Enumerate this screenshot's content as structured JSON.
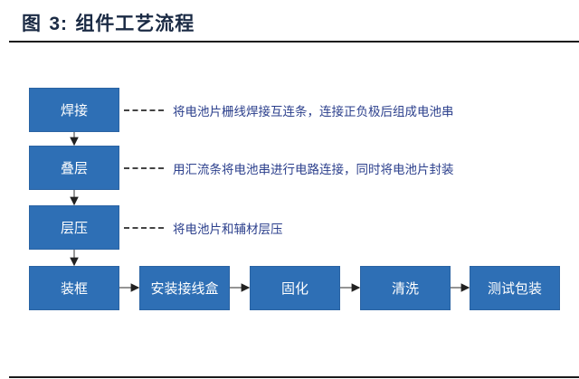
{
  "header": {
    "prefix": "图",
    "number": "3:",
    "title": "组件工艺流程"
  },
  "vertical_steps": [
    {
      "label": "焊接",
      "description": "将电池片栅线焊接互连条，连接正负极后组成电池串"
    },
    {
      "label": "叠层",
      "description": "用汇流条将电池串进行电路连接，同时将电池片封装"
    },
    {
      "label": "层压",
      "description": "将电池片和辅材层压"
    }
  ],
  "horizontal_steps": [
    {
      "label": "装框"
    },
    {
      "label": "安装接线盒"
    },
    {
      "label": "固化"
    },
    {
      "label": "清洗"
    },
    {
      "label": "测试包装"
    }
  ],
  "colors": {
    "box_fill": "#2e6fb5",
    "box_text": "#ffffff",
    "description_text": "#2b3f8c",
    "connector": "#333333"
  }
}
